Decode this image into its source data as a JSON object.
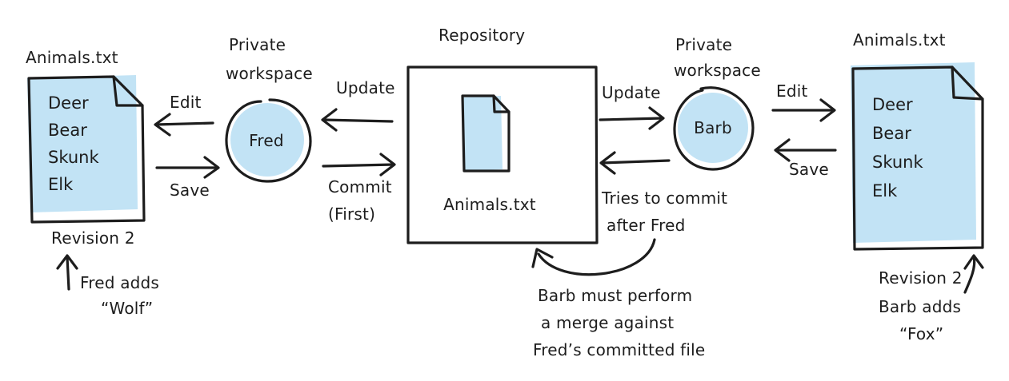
{
  "left_file": {
    "title": "Animals.txt",
    "lines": [
      "Deer",
      "Bear",
      "Skunk",
      "Elk"
    ],
    "revision": "Revision 2",
    "note_line1": "Fred adds",
    "note_line2": "“Wolf”"
  },
  "fred_workspace": {
    "label_line1": "Private",
    "label_line2": "workspace",
    "user": "Fred",
    "edit_label": "Edit",
    "save_label": "Save"
  },
  "repository": {
    "title": "Repository",
    "file_name": "Animals.txt",
    "update_label_left": "Update",
    "commit_line1": "Commit",
    "commit_line2": "(First)",
    "update_label_right": "Update"
  },
  "barb_workspace": {
    "label_line1": "Private",
    "label_line2": "workspace",
    "user": "Barb",
    "edit_label": "Edit",
    "save_label": "Save",
    "tries_line1": "Tries to commit",
    "tries_line2": "after Fred"
  },
  "merge_note": {
    "line1": "Barb must perform",
    "line2": "a merge against",
    "line3": "Fred’s committed file"
  },
  "right_file": {
    "title": "Animals.txt",
    "lines": [
      "Deer",
      "Bear",
      "Skunk",
      "Elk"
    ],
    "revision": "Revision 2",
    "note_line1": "Barb adds",
    "note_line2": "“Fox”"
  },
  "colors": {
    "fill": "#c2e3f5",
    "ink": "#1d1d1d",
    "background": "#ffffff"
  }
}
